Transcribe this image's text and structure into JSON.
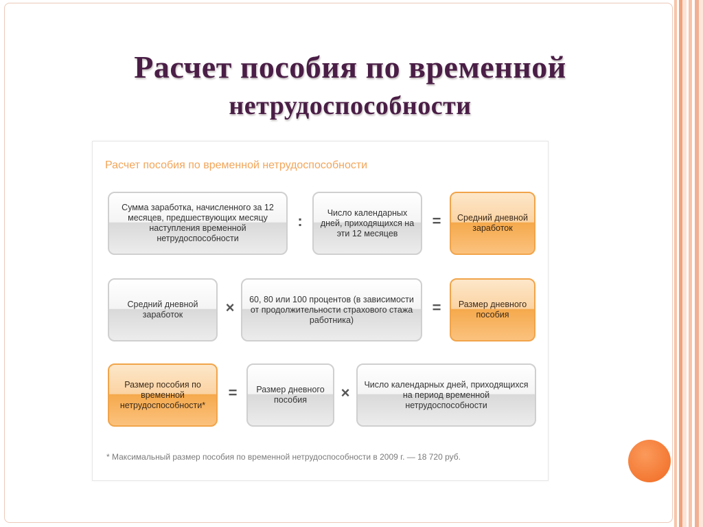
{
  "slide": {
    "title_line1": "Расчет пособия по временной",
    "title_line2": "нетрудоспособности"
  },
  "diagram": {
    "heading": "Расчет пособия по временной нетрудоспособности",
    "row1": {
      "box1": "Сумма заработка, начисленного за 12 месяцев, предшествующих месяцу наступления временной нетрудоспособности",
      "op1": ":",
      "box2": "Число календарных дней, приходящихся на эти 12 месяцев",
      "op2": "=",
      "result": "Средний дневной заработок"
    },
    "row2": {
      "box1": "Средний дневной заработок",
      "op1": "×",
      "box2": "60, 80 или 100 процентов (в зависимости от продолжительности страхового стажа работника)",
      "op2": "=",
      "result": "Размер дневного пособия"
    },
    "row3": {
      "result": "Размер пособия по временной нетрудоспособности*",
      "op1": "=",
      "box2": "Размер дневного пособия",
      "op2": "×",
      "box3": "Число календарных дней, приходящихся на период временной нетрудоспособности"
    },
    "footnote": "* Максимальный размер пособия по временной нетрудоспособности в 2009 г. — 18 720 руб."
  },
  "colors": {
    "title": "#4a1e46",
    "heading": "#f2a559",
    "accent_orange": "#f5a94c",
    "decor_circle": "#f06a22"
  }
}
